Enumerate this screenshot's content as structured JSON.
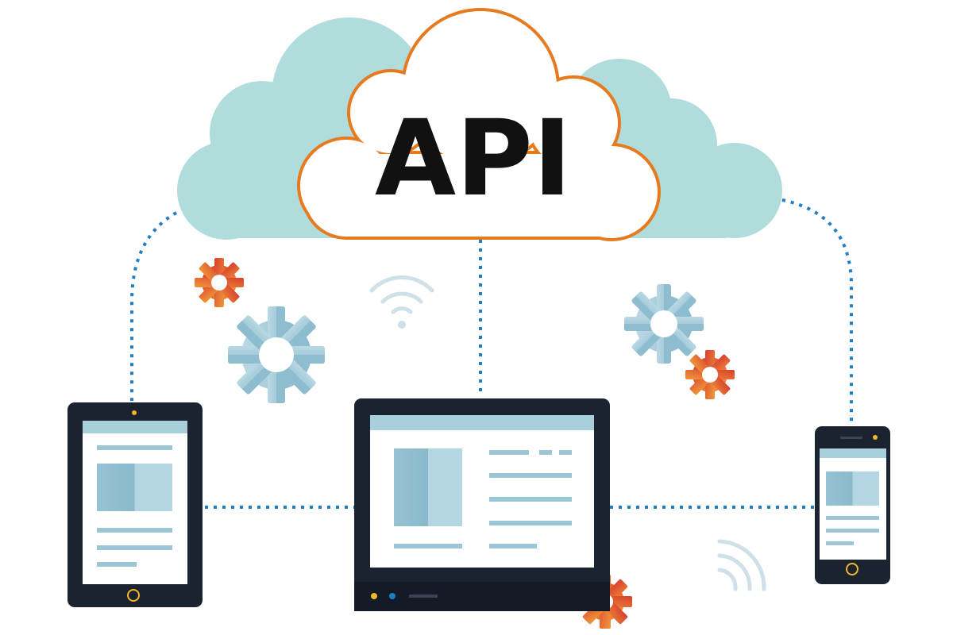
{
  "cloud": {
    "label": "API",
    "colors": {
      "back_cloud": "#b1dcdc",
      "front_fill": "#ffffff",
      "front_outline": "#e67a1e",
      "label": "#111111"
    }
  },
  "connectors": {
    "style": "dotted",
    "color": "#1f7fc4"
  },
  "devices": [
    {
      "name": "tablet",
      "screen": "document-layout"
    },
    {
      "name": "laptop",
      "screen": "dashboard-layout"
    },
    {
      "name": "smartphone",
      "screen": "document-layout"
    }
  ],
  "icons": [
    "gear-icon",
    "wifi-icon"
  ],
  "colors": {
    "device_frame": "#1c2330",
    "screen_bg": "#ffffff",
    "screen_header": "#a7cfdc",
    "image_block": "#9ac6d6",
    "text_lines": "#9ac6d6",
    "gear_blue": "#9ec6d6",
    "gear_orange": "#e8603a",
    "home_button": "#f2b82c",
    "wifi": "#cfe0e8"
  }
}
